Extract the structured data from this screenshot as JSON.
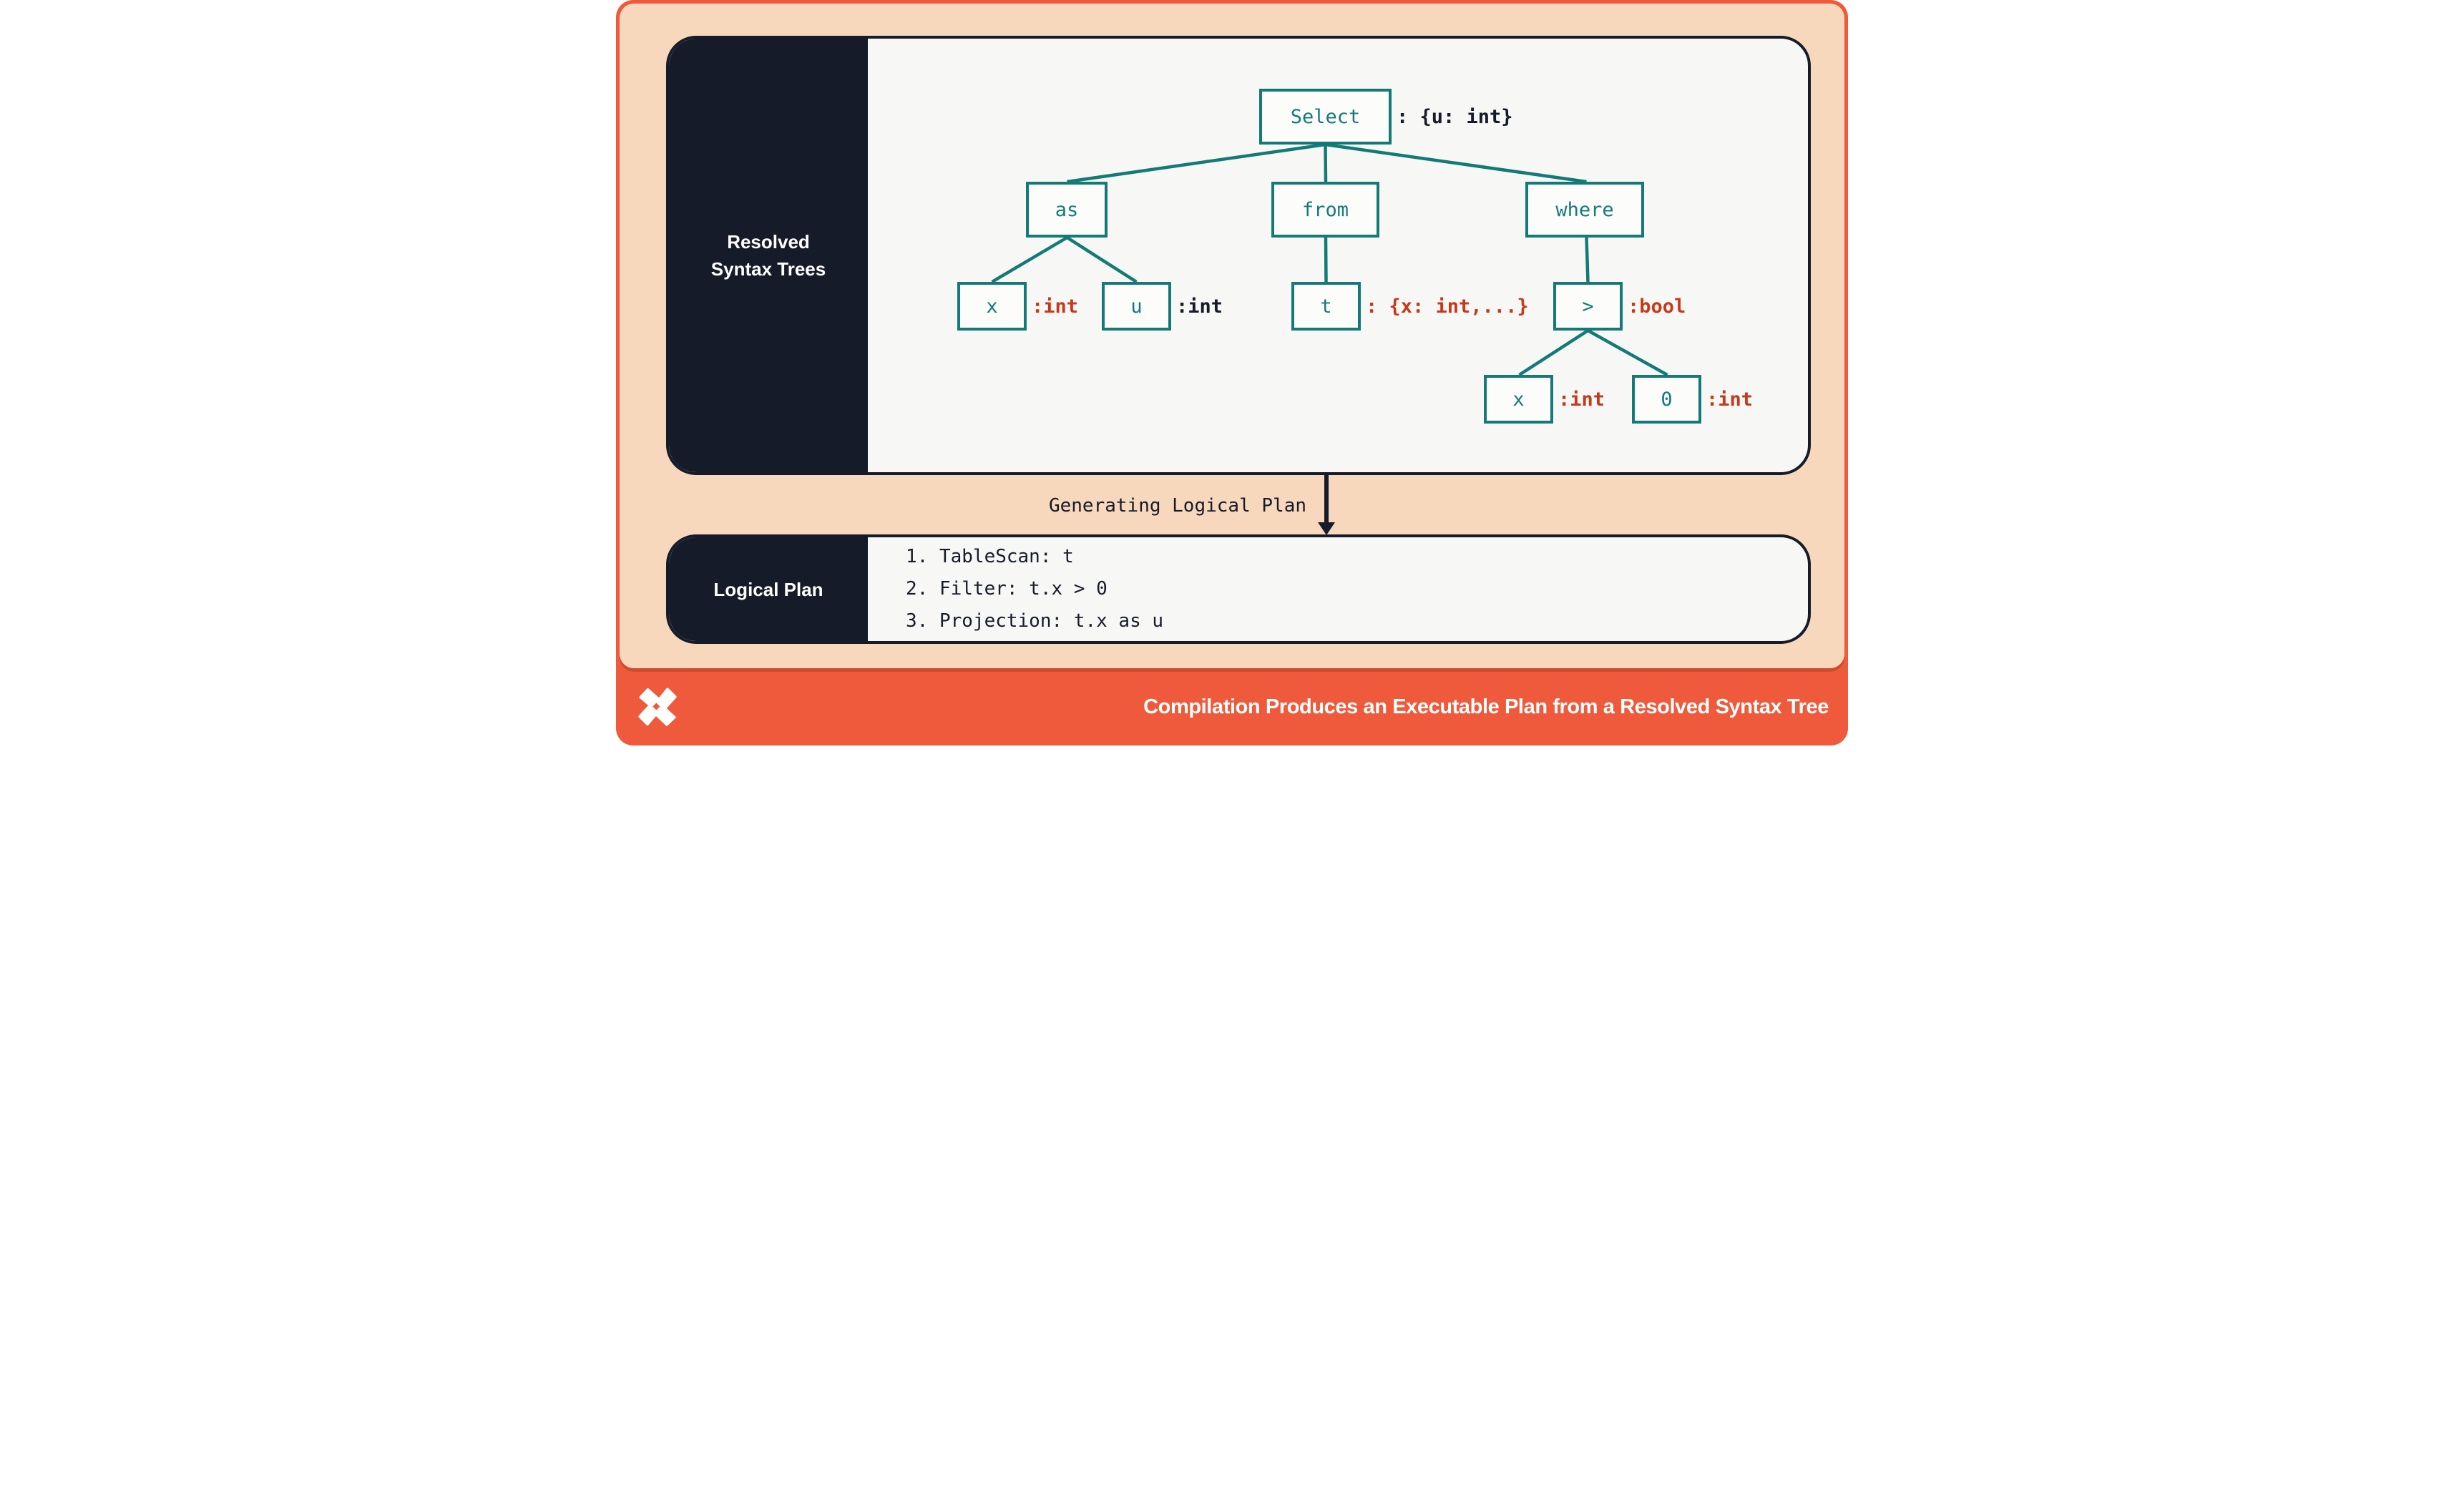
{
  "colors": {
    "frame_orange": "#ee5a3b",
    "peach": "#f8d8bc",
    "navy": "#161b2a",
    "panel_offwhite": "#f7f8f5",
    "teal": "#147a78",
    "type_red": "#c53a1d",
    "white": "#ffffff"
  },
  "resolved_panel": {
    "title_line1": "Resolved",
    "title_line2": "Syntax Trees"
  },
  "tree": {
    "nodes": [
      {
        "id": "select",
        "label": "Select",
        "type": ": {u: int}",
        "type_style": "dark"
      },
      {
        "id": "as",
        "label": "as"
      },
      {
        "id": "from",
        "label": "from"
      },
      {
        "id": "where",
        "label": "where"
      },
      {
        "id": "x-under-as",
        "label": "x",
        "type": ":int",
        "type_style": "red"
      },
      {
        "id": "u-under-as",
        "label": "u",
        "type": ":int",
        "type_style": "dark"
      },
      {
        "id": "t-under-from",
        "label": "t",
        "type": ": {x: int,...}",
        "type_style": "red"
      },
      {
        "id": "gt-under-where",
        "label": ">",
        "type": ":bool",
        "type_style": "red"
      },
      {
        "id": "x-under-gt",
        "label": "x",
        "type": ":int",
        "type_style": "red"
      },
      {
        "id": "zero-under-gt",
        "label": "0",
        "type": ":int",
        "type_style": "red"
      }
    ]
  },
  "transition": {
    "label": "Generating Logical Plan"
  },
  "logical_panel": {
    "title": "Logical Plan",
    "steps": [
      "1. TableScan: t",
      "2. Filter: t.x > 0",
      "3. Projection: t.x as u"
    ]
  },
  "footer": {
    "logo_icon": "x-pinwheel-logo",
    "title": "Compilation Produces an Executable Plan from a Resolved Syntax Tree"
  }
}
